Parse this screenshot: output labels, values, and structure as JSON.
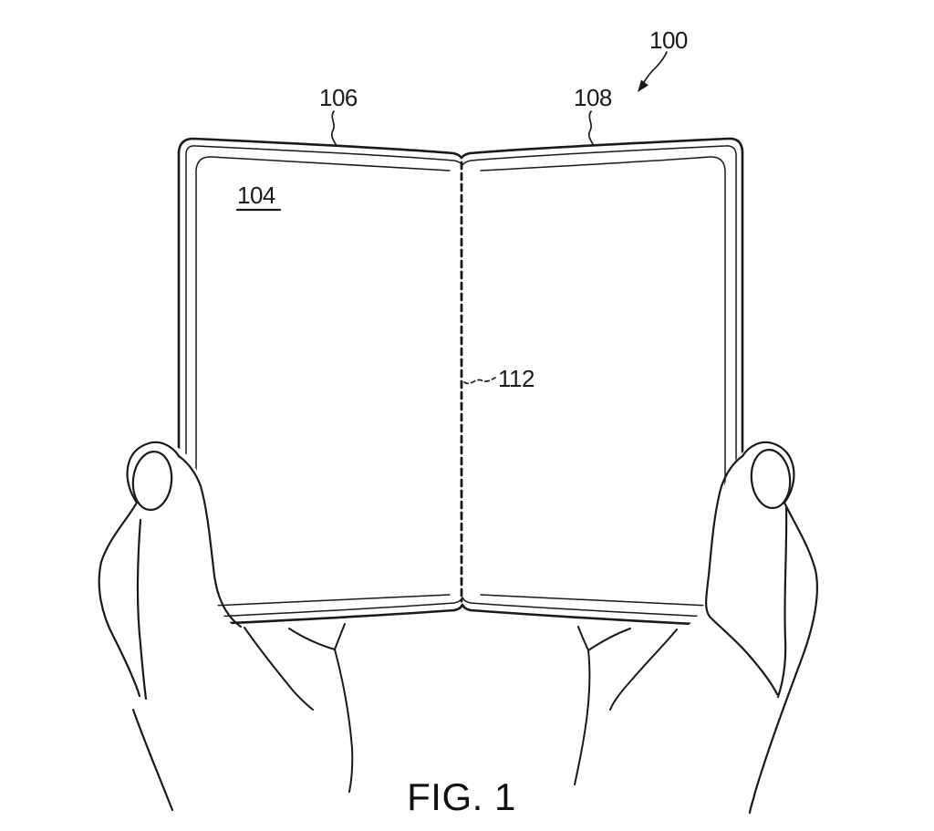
{
  "figure": {
    "caption": "FIG. 1",
    "reference_labels": {
      "device_overall": "100",
      "display": "104",
      "left_panel": "106",
      "right_panel": "108",
      "fold_hinge": "112"
    }
  },
  "colors": {
    "line": "#1a1a1a",
    "background": "#ffffff"
  }
}
